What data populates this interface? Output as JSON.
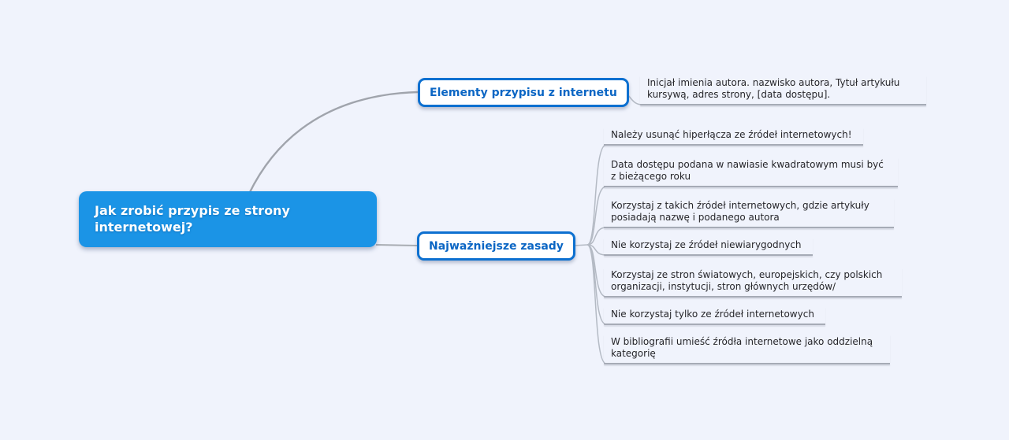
{
  "root": {
    "label": "Jak zrobić przypis ze strony internetowej?"
  },
  "branches": [
    {
      "label": "Elementy przypisu z internetu",
      "notes": [
        "Inicjał imienia autora. nazwisko autora, Tytuł artykułu kursywą, adres strony, [data dostępu]."
      ]
    },
    {
      "label": "Najważniejsze zasady",
      "notes": [
        "Należy usunąć hiperłącza ze źródeł internetowych!",
        "Data dostępu podana w nawiasie kwadratowym musi być z bieżącego roku",
        "Korzystaj z takich źródeł internetowych, gdzie artykuły posiadają nazwę i podanego autora",
        "Nie korzystaj ze źródeł niewiarygodnych",
        "Korzystaj ze stron światowych, europejskich, czy polskich organizacji, instytucji, stron głównych urzędów/",
        "Nie korzystaj tylko ze źródeł internetowych",
        "W bibliografii umieść źródła internetowe jako oddzielną kategorię"
      ]
    }
  ],
  "colors": {
    "background": "#f0f3fc",
    "root_fill": "#1b94e6",
    "root_text": "#ffffff",
    "branch_border": "#0d70d0",
    "branch_text": "#0b66c4",
    "connector": "#a3a8b0",
    "leaf_underline": "#a6abb6",
    "leaf_text": "#26262a"
  }
}
